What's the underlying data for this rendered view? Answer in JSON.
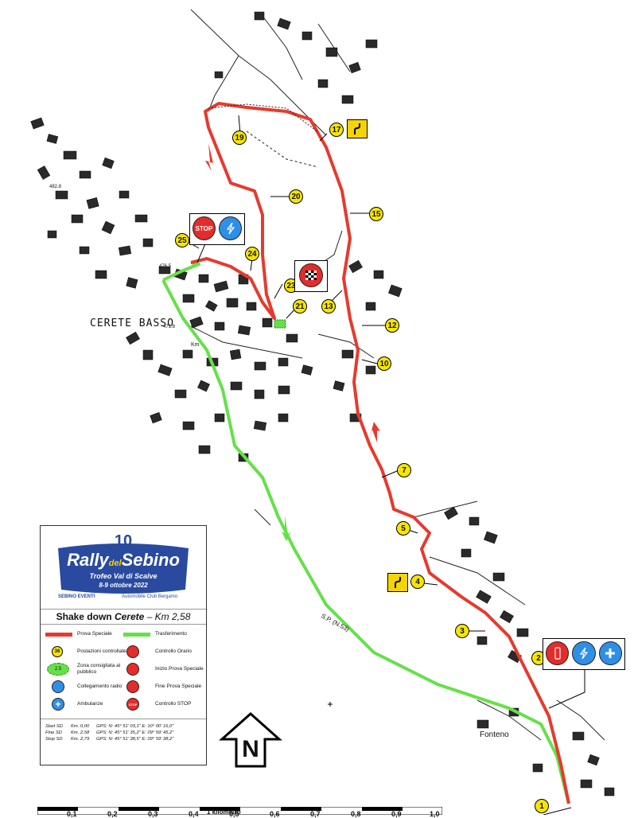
{
  "places": {
    "town": "CERETE BASSO",
    "village": "Fonteno",
    "road": "S.P. (N.53)",
    "elev1": "476.5",
    "elev2": "471.8",
    "elev3": "482.8",
    "km_marker": "Km"
  },
  "checkpoints": [
    "1",
    "2",
    "3",
    "4",
    "5",
    "7",
    "10",
    "12",
    "13",
    "15",
    "17",
    "19",
    "20",
    "21",
    "23",
    "24",
    "25"
  ],
  "legend": {
    "edition": "10",
    "rally_name_a": "Rally",
    "rally_name_b": "del",
    "rally_name_c": "Sebino",
    "trophy": "Trofeo Val di Scalve",
    "dates": "8-9 ottobre 2022",
    "sponsor1": "SEBINO EVENTI",
    "sponsor2": "Automobile Club Bergamo",
    "title_a": "Shake down",
    "title_b": "Cerete",
    "title_c": "– Km 2,58",
    "items": {
      "prova_speciale": "Prova Speciale",
      "trasferimento": "Trasferimento",
      "postazioni": "Postazioni controllate",
      "controllo_orario": "Controllo Orario",
      "zona_pubblico": "Zona consigliata al pubblico",
      "inizio_prova": "Inizio Prova Speciale",
      "collegamento": "Collegamento radio",
      "fine_prova": "Fine Prova Speciale",
      "ambulanze": "Ambulanze",
      "controllo_stop": "Controllo STOP",
      "cp_sample": "36",
      "zone_sample": "2.5",
      "stop_text": "STOP"
    },
    "gps": {
      "start_label": "Start SD",
      "start_km": "Km. 0,00",
      "start_gps": "GPS: N: 45° 51' 03,1\" E: 10° 00' 16,0\"",
      "fine_label": "Fine SD",
      "fine_km": "Km. 2,58",
      "fine_gps": "GPS: N: 45° 51' 35,2\" E: 09° 59' 45,2\"",
      "stop_label": "Stop SD",
      "stop_km": "Km. 2,79",
      "stop_gps": "GPS: N: 45° 51' 38,5\" E: 09° 59' 38,2\""
    }
  },
  "north_label": "N",
  "scale": {
    "ticks": [
      "0,1",
      "0,2",
      "0,3",
      "0,4",
      "0,5",
      "0,6",
      "0,7",
      "0,8",
      "0,9",
      "1,0"
    ],
    "caption": "1 kilometro"
  },
  "signs": {
    "stop_text": "STOP"
  },
  "colors": {
    "special_stage": "#e63a2e",
    "transfer": "#66e04a",
    "checkpoint": "#f6e500",
    "radio": "#2f8fe6"
  }
}
